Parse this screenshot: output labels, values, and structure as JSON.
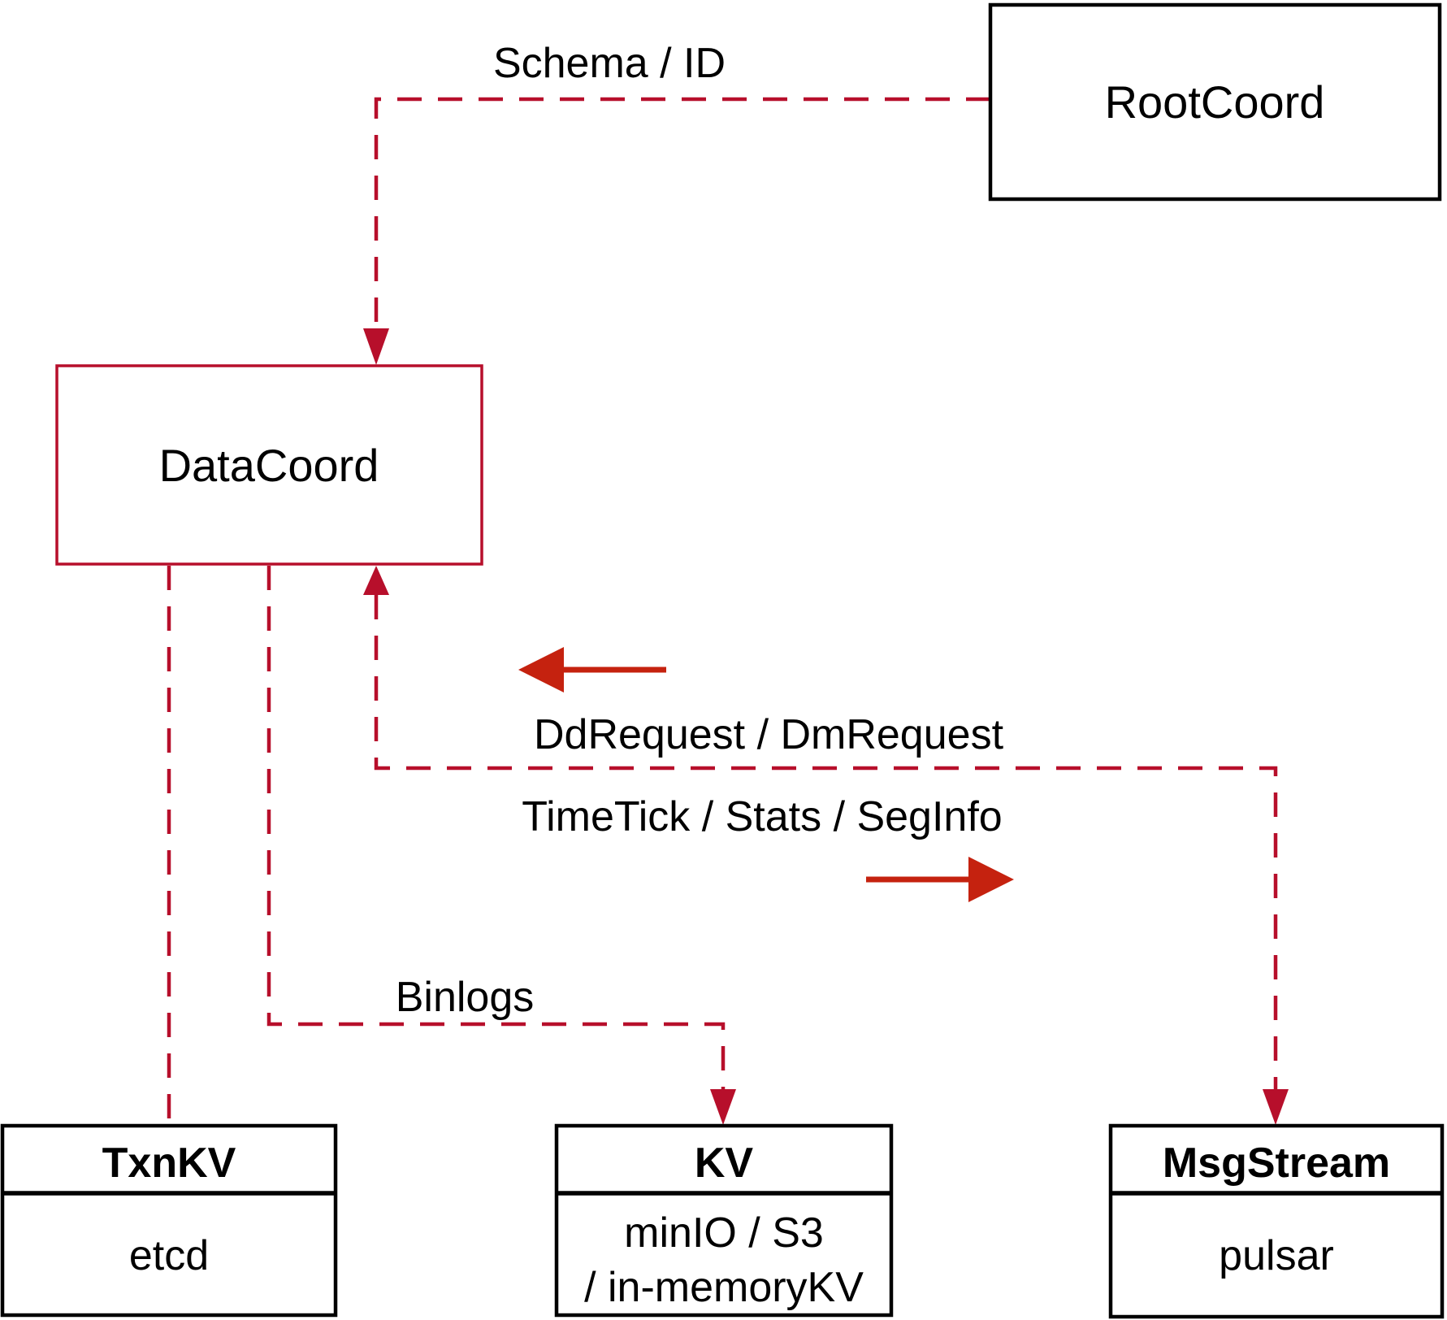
{
  "colors": {
    "crimson": "#b70f2b",
    "arrow_red": "#c5220f",
    "ink": "#000000"
  },
  "nodes": {
    "rootcoord": {
      "label": "RootCoord"
    },
    "datacoord": {
      "label": "DataCoord"
    },
    "txnkv": {
      "title": "TxnKV",
      "body": "etcd"
    },
    "kv": {
      "title": "KV",
      "body_line1": "minIO / S3",
      "body_line2": "/ in-memoryKV"
    },
    "msgstream": {
      "title": "MsgStream",
      "body": "pulsar"
    }
  },
  "edges": {
    "schema_id": {
      "label": "Schema / ID"
    },
    "dd_dm": {
      "label": "DdRequest / DmRequest"
    },
    "timetick": {
      "label": "TimeTick / Stats / SegInfo"
    },
    "binlogs": {
      "label": "Binlogs"
    }
  }
}
